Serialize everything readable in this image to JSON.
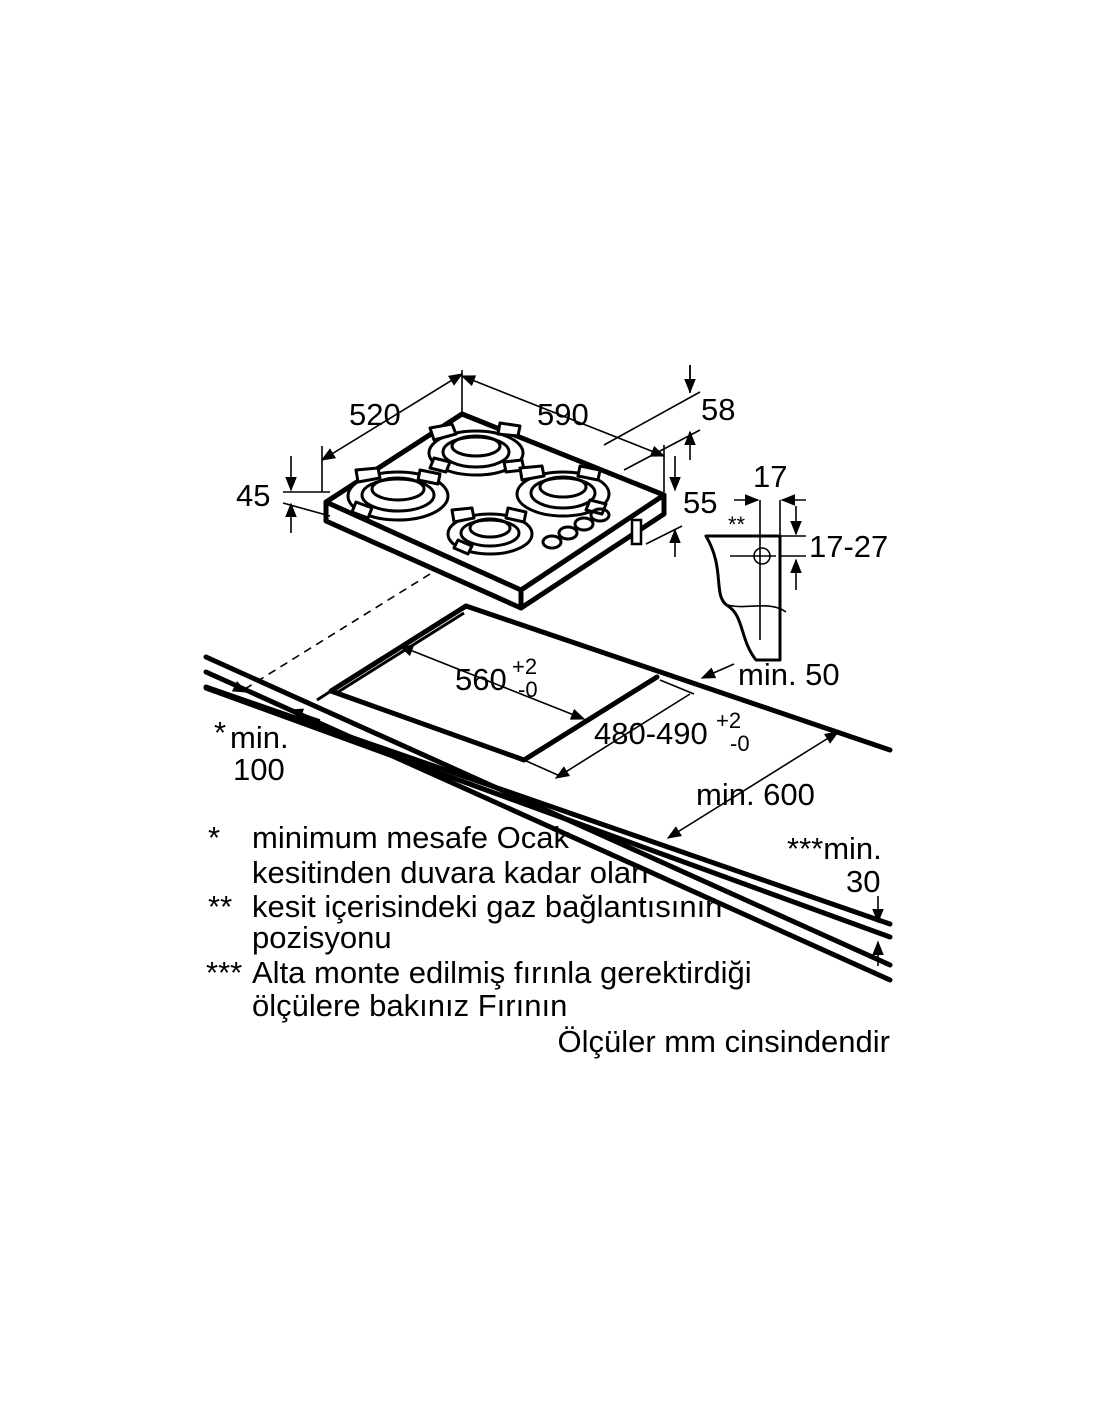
{
  "dimensions": {
    "depth": "520",
    "width": "590",
    "top_right": "58",
    "height_left": "45",
    "height_right": "55",
    "gap": "17",
    "gap_marker": "**",
    "wall_range": "17-27",
    "cutout_width_base": "560",
    "cutout_width_tol_plus": "+2",
    "cutout_width_tol_minus": "-0",
    "cutout_depth_base": "480-490",
    "cutout_depth_tol_plus": "+2",
    "cutout_depth_tol_minus": "-0",
    "back_min": "min. 50",
    "front_min_star": "*",
    "front_min_line1": "min.",
    "front_min_line2": "100",
    "counter_min": "min. 600",
    "bottom_right_line1": "***min.",
    "bottom_right_line2": "30"
  },
  "notes": [
    {
      "marker": "*",
      "line1": "minimum mesafe Ocak",
      "line2": "kesitinden duvara kadar olan"
    },
    {
      "marker": "**",
      "line1": "kesit içerisindeki gaz bağlantısının",
      "line2": "pozisyonu"
    },
    {
      "marker": "***",
      "line1": "Alta monte edilmiş fırınla gerektirdiği",
      "line2": "ölçülere bakınız Fırının"
    }
  ],
  "units_note": "Ölçüler mm cinsindendir"
}
